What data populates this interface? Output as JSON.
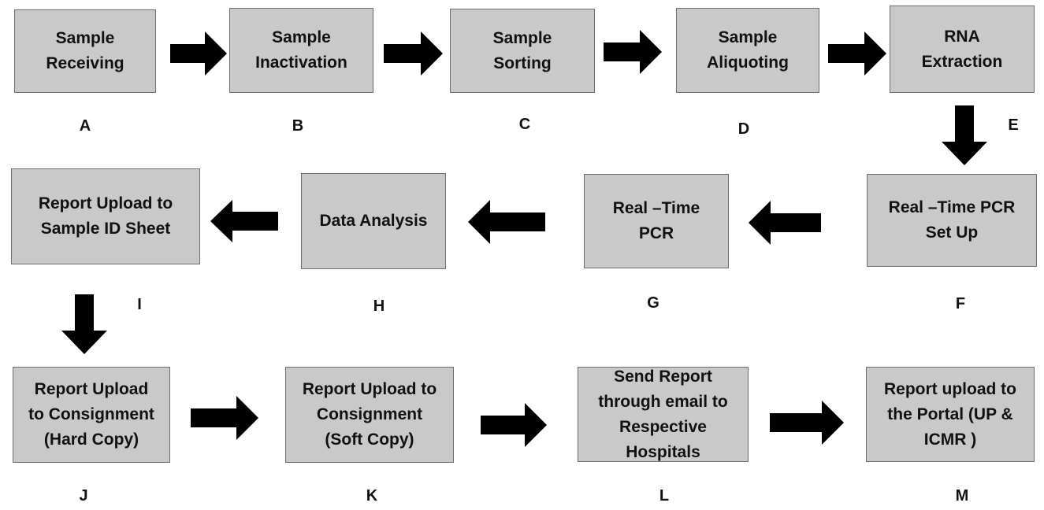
{
  "steps": {
    "A": {
      "text": "Sample\nReceiving",
      "letter": "A"
    },
    "B": {
      "text": "Sample\nInactivation",
      "letter": "B"
    },
    "C": {
      "text": "Sample\nSorting",
      "letter": "C"
    },
    "D": {
      "text": "Sample\nAliquoting",
      "letter": "D"
    },
    "E": {
      "text": "RNA\nExtraction",
      "letter": "E"
    },
    "F": {
      "text": "Real –Time PCR\nSet Up",
      "letter": "F"
    },
    "G": {
      "text": "Real –Time\nPCR",
      "letter": "G"
    },
    "H": {
      "text": "Data Analysis",
      "letter": "H"
    },
    "I": {
      "text": "Report Upload to\nSample ID Sheet",
      "letter": "I"
    },
    "J": {
      "text": "Report Upload\nto Consignment\n(Hard Copy)",
      "letter": "J"
    },
    "K": {
      "text": "Report Upload to\nConsignment\n(Soft Copy)",
      "letter": "K"
    },
    "L": {
      "text": "Send Report\nthrough email to\nRespective\nHospitals",
      "letter": "L"
    },
    "M": {
      "text": "Report upload to\nthe Portal (UP &\nICMR )",
      "letter": "M"
    }
  },
  "flow": [
    "A",
    "B",
    "C",
    "D",
    "E",
    "F",
    "G",
    "H",
    "I",
    "J",
    "K",
    "L",
    "M"
  ],
  "colors": {
    "box_fill": "#c9c9c9",
    "box_border": "#6e6e6e",
    "arrow": "#000000",
    "text": "#111111"
  }
}
